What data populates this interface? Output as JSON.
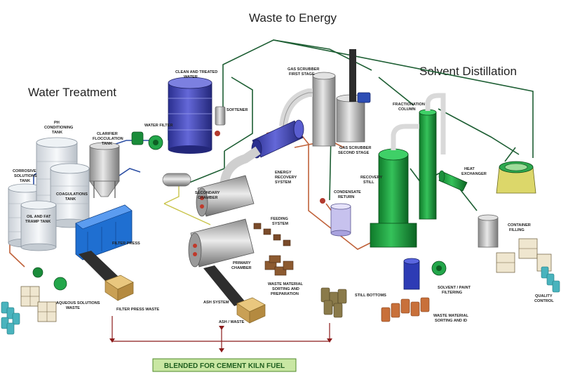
{
  "sections": {
    "waste_to_energy": "Waste to Energy",
    "water_treatment": "Water Treatment",
    "solvent_distillation": "Solvent Distillation"
  },
  "labels": {
    "clean_water_1": "CLEAN AND TREATED",
    "clean_water_2": "WATER",
    "softener": "SOFTENER",
    "water_filter": "WATER FILTER",
    "clarifier_1": "CLARIFIER",
    "clarifier_2": "FLOCCULATION",
    "clarifier_3": "TANK",
    "ph_1": "PH",
    "ph_2": "CONDITIONING",
    "ph_3": "TANK",
    "corrosive_1": "CORROSIVE",
    "corrosive_2": "SOLUTIONS",
    "corrosive_3": "TANK",
    "coag_1": "COAGULATIONS",
    "coag_2": "TANK",
    "oil_1": "OIL AND FAT",
    "oil_2": "TRAMP TANK",
    "filter_press": "FILTER PRESS",
    "aqueous_1": "AQUEOUS SOLUTIONS",
    "aqueous_2": "WASTE",
    "filter_press_waste": "FILTER PRESS WASTE",
    "gas_scrubber1_1": "GAS SCRUBBER",
    "gas_scrubber1_2": "FIRST STAGE",
    "gas_scrubber2_1": "GAS SCRUBBER",
    "gas_scrubber2_2": "SECOND STAGE",
    "energy_1": "ENERGY",
    "energy_2": "RECOVERY",
    "energy_3": "SYSTEM",
    "secondary_1": "SECONDARY",
    "secondary_2": "CHAMBER",
    "feeding_1": "FEEDING",
    "feeding_2": "SYSTEM",
    "primary_1": "PRIMARY",
    "primary_2": "CHAMBER",
    "waste_sort_1": "WASTE MATERIAL",
    "waste_sort_2": "SORTING AND",
    "waste_sort_3": "PREPARATION",
    "ash_system": "ASH SYSTEM",
    "ash_waste": "ASH / WASTE",
    "condensate_1": "CONDENSATE",
    "condensate_2": "RETURN",
    "fraction_1": "FRACTIONATION",
    "fraction_2": "COLUMN",
    "recovery_1": "RECOVERY",
    "recovery_2": "STILL",
    "heat_1": "HEAT",
    "heat_2": "EXCHANGER",
    "container_1": "CONTAINER",
    "container_2": "FILLING",
    "quality_1": "QUALITY",
    "quality_2": "CONTROL",
    "solvent_filter_1": "SOLVENT / PAINT",
    "solvent_filter_2": "FILTERING",
    "still_bottoms": "STILL BOTTOMS",
    "waste_sort_id_1": "WASTE MATERIAL",
    "waste_sort_id_2": "SORTING AND ID"
  },
  "final_box": "BLENDED FOR CEMENT KILN FUEL"
}
